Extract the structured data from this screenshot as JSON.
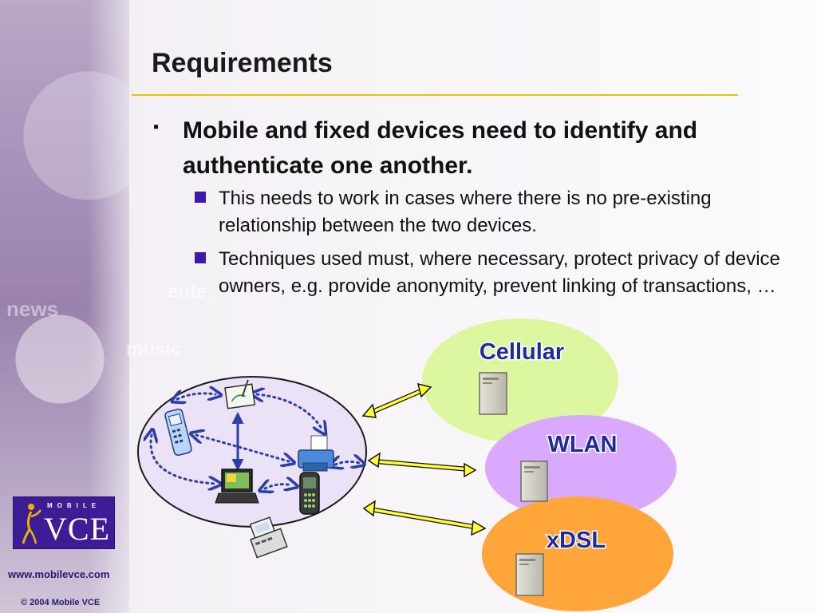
{
  "slide": {
    "title": "Requirements",
    "bullets": [
      {
        "text": "Mobile and fixed devices need to identify and authenticate one another.",
        "sub": [
          "This needs to work in cases where there is no pre-existing relationship between the two devices.",
          "Techniques used must, where necessary, protect privacy of device owners, e.g. provide anonymity, prevent linking of transactions, …"
        ]
      }
    ]
  },
  "diagram": {
    "networks": [
      {
        "label": "Cellular",
        "color": "#dcf7a0"
      },
      {
        "label": "WLAN",
        "color": "#d9a9ff"
      },
      {
        "label": "xDSL",
        "color": "#ffa53a"
      }
    ],
    "device_group_color": "#ece2f7",
    "arrow_color": "#ffff33",
    "label_color": "#1f2aa0"
  },
  "background": {
    "watermark_words": [
      "news",
      "music",
      "ente"
    ]
  },
  "logo": {
    "small_text": "MOBILE",
    "big_text": "VCE",
    "color": "#3d1c95"
  },
  "footer": {
    "url": "www.mobilevce.com",
    "copyright": "© 2004 Mobile VCE"
  }
}
